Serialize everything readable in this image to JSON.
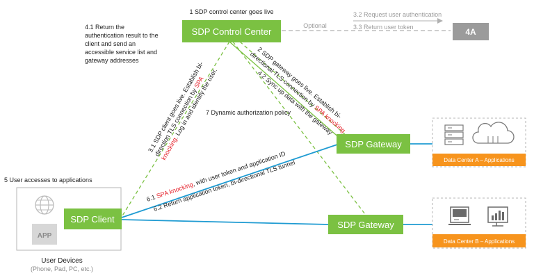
{
  "nodes": {
    "control_center": "SDP Control Center",
    "gateway_a": "SDP Gateway",
    "gateway_b": "SDP Gateway",
    "client": "SDP Client",
    "four_a": "4A",
    "app_icon_text": "APP"
  },
  "titles": {
    "control_center_live": "1 SDP control center goes live",
    "user_access": "5 User accesses to applications",
    "user_devices": "User Devices",
    "user_devices_sub": "(Phone, Pad, PC, etc.)"
  },
  "data_centers": {
    "a": "Data Center A – Applications",
    "b": "Data Center B – Applications"
  },
  "steps": {
    "optional": "Optional",
    "s3_2": "3.2 Request user authentication",
    "s3_3": "3.3 Return user token",
    "s4_1": [
      "4.1 Return the",
      "authentication result to the",
      "client and send an",
      "accessible service list and",
      "gateway addresses"
    ],
    "s7": "7 Dynamic authorization policy",
    "s4_2": "4.2 Sync up data with the gateway",
    "s2_line1": "2 SDP gateway goes live. Establish bi-",
    "s2_line2_pre": "directional TLS connection by ",
    "s2_line2_red": "SPA knocking",
    "s3_1_line1": "3.1 SDP client goes live. Establish bi-",
    "s3_1_line2_pre": "direction TLS connection by ",
    "s3_1_line2_red": "SPA",
    "s3_1_line3_red": "knocking",
    "s3_1_line3_post": ". Log in and identify the user.",
    "s6_1_pre": "6.1 ",
    "s6_1_red": "SPA knocking",
    "s6_1_post": ", with user token and application ID",
    "s6_2": "6.2 Return application token, bi-directional TLS tunnel"
  },
  "colors": {
    "green": "#7bc142",
    "blue": "#1f9bd2",
    "orange": "#f7941d",
    "dashed_green": "#7bc142",
    "dashed_grey": "#b0b0b0",
    "red": "#e5202a"
  }
}
